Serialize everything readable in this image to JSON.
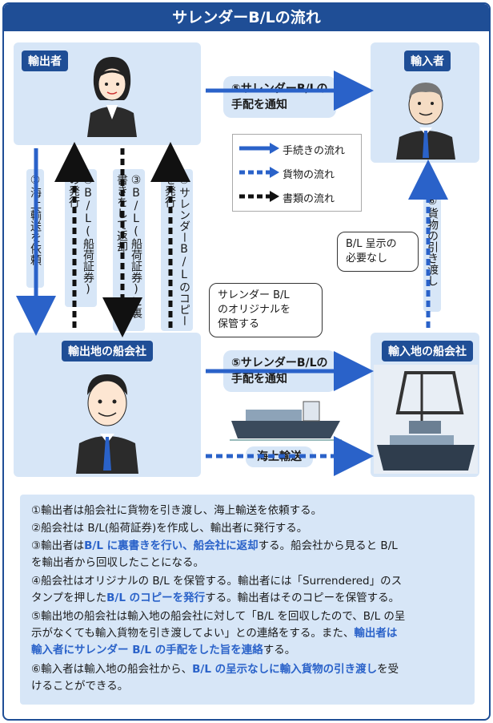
{
  "title": "サレンダーB/Lの流れ",
  "nodes": {
    "exporter": "輸出者",
    "importer": "輸入者",
    "export_carrier": "輸出地の船会社",
    "import_carrier": "輸入地の船会社"
  },
  "flows": {
    "step1": "①海上輸送を依頼",
    "step2": "②B/L(船荷証券)の発行",
    "step3": "③B/L(船荷証券)に裏書きをして返却",
    "step4": "④サレンダーB/Lのコピーを発行",
    "step5_top_line1": "⑤サレンダーB/Lの",
    "step5_top_line2": "手配を通知",
    "step5_bottom_line1": "⑤サレンダーB/Lの",
    "step5_bottom_line2": "手配を通知",
    "step6": "⑥貨物の引き渡し",
    "sea": "海上輸送"
  },
  "legend": {
    "procedure": "手続きの流れ",
    "cargo": "貨物の流れ",
    "documents": "書類の流れ"
  },
  "callouts": {
    "original_line1": "サレンダー B/L",
    "original_line2": "のオリジナルを",
    "original_line3": "保管する",
    "nobl_line1": "B/L 呈示の",
    "nobl_line2": "必要なし"
  },
  "notes": {
    "n1": "①輸出者は船会社に貨物を引き渡し、海上輸送を依頼する。",
    "n2": "②船会社は B/L(船荷証券)を作成し、輸出者に発行する。",
    "n3a": "③輸出者は",
    "n3b": "B/L に裏書きを行い、船会社に返却",
    "n3c": "する。船会社から見ると B/L",
    "n3d": "を輸出者から回収したことになる。",
    "n4a": "④船会社はオリジナルの B/L を保管する。輸出者には「Surrendered」のス",
    "n4b": "タンプを押した",
    "n4c": "B/L のコピーを発行",
    "n4d": "する。輸出者はそのコピーを保管する。",
    "n5a": "⑤輸出地の船会社は輸入地の船会社に対して「B/L を回収したので、B/L の呈",
    "n5b": "示がなくても輸入貨物を引き渡してよい」との連絡をする。また、",
    "n5c": "輸出者は",
    "n5d": "輸入者にサレンダー B/L の手配をした旨を連絡",
    "n5e": "する。",
    "n6a": "⑥輸入者は輸入地の船会社から、",
    "n6b": "B/L の呈示なしに輸入貨物の引き渡し",
    "n6c": "を受",
    "n6d": "けることができる。"
  },
  "colors": {
    "navy": "#1f4e96",
    "arrow_blue": "#2a62c9",
    "panel": "#d7e6f7",
    "hl": "#2a62c9"
  }
}
